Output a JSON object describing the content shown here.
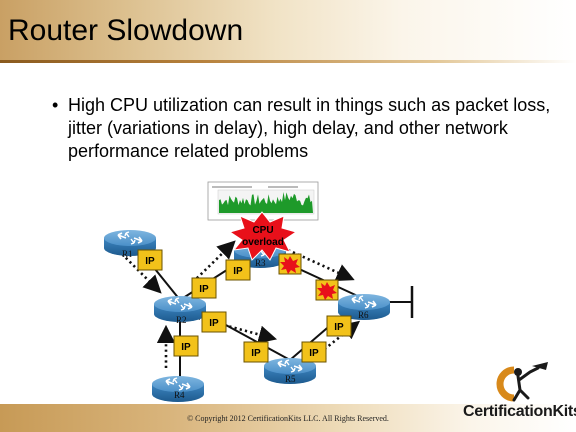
{
  "slide": {
    "title": "Router Slowdown",
    "bullet": "High CPU utilization can result in things such as packet loss, jitter (variations in delay), high delay, and other network performance related problems"
  },
  "diagram": {
    "routers": [
      {
        "id": "r1",
        "label": "R1"
      },
      {
        "id": "r2",
        "label": "R2"
      },
      {
        "id": "r3",
        "label": "R3"
      },
      {
        "id": "r4",
        "label": "R4"
      },
      {
        "id": "r5",
        "label": "R5"
      },
      {
        "id": "r6",
        "label": "R6"
      }
    ],
    "packet_label": "IP",
    "overload_label_line1": "CPU",
    "overload_label_line2": "overload"
  },
  "footer": {
    "copyright": "© Copyright 2012 CertificationKits LLC.  All Rights Reserved.",
    "brand": "CertificationKits"
  },
  "colors": {
    "router_blue": "#2e6fa6",
    "packet_fill": "#f2c21a",
    "burst_red": "#e8101a",
    "graph_green": "#1e9a2a"
  }
}
